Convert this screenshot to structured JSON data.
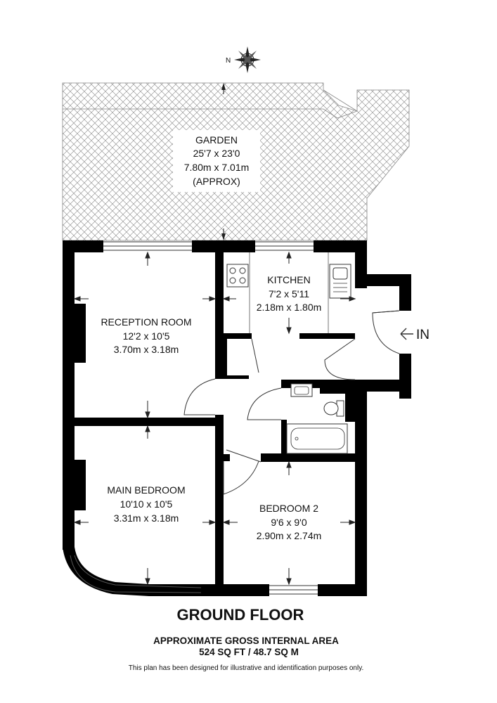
{
  "compass": {
    "label": "N"
  },
  "garden": {
    "name": "GARDEN",
    "size_imperial": "25'7 x 23'0",
    "size_metric": "7.80m x 7.01m",
    "note": "(APPROX)"
  },
  "rooms": {
    "kitchen": {
      "name": "KITCHEN",
      "size_imperial": "7'2 x 5'11",
      "size_metric": "2.18m x 1.80m"
    },
    "reception": {
      "name": "RECEPTION ROOM",
      "size_imperial": "12'2 x 10'5",
      "size_metric": "3.70m x 3.18m"
    },
    "main_bedroom": {
      "name": "MAIN BEDROOM",
      "size_imperial": "10'10 x 10'5",
      "size_metric": "3.31m x 3.18m"
    },
    "bedroom2": {
      "name": "BEDROOM 2",
      "size_imperial": "9'6 x 9'0",
      "size_metric": "2.90m x 2.74m"
    }
  },
  "entrance": {
    "label": "IN"
  },
  "footer": {
    "floor": "GROUND FLOOR",
    "area_title": "APPROXIMATE GROSS INTERNAL AREA",
    "area_value": "524 SQ FT / 48.7 SQ M",
    "disclaimer": "This plan has been designed for illustrative and identification purposes only."
  }
}
